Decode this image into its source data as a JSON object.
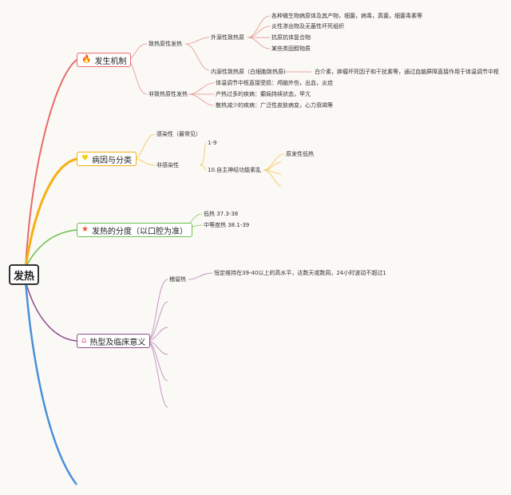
{
  "root": {
    "label": "发热"
  },
  "branches": [
    {
      "label": "发生机制",
      "icon": "flame-icon",
      "glyph": "🔥",
      "color": "#e86a6a",
      "sub": [
        {
          "label": "致热原性发热"
        },
        {
          "label": "外源性致热原"
        },
        {
          "label": "各种微生物病原体及其产物，细菌，病毒，真菌，细菌毒素等"
        },
        {
          "label": "炎性渗出物及无菌性坏死组织"
        },
        {
          "label": "抗原抗体复合物"
        },
        {
          "label": "某些类固醇物质"
        },
        {
          "label": "内源性致热原（白细胞致热原）"
        },
        {
          "label": "白介素，肿瘤坏死因子和干扰素等，通过血脑屏障直接作用于体温调节中枢"
        },
        {
          "label": "非致热原性发热"
        },
        {
          "label": "体温调节中枢直接受损：颅脑外伤，出血，炎症"
        },
        {
          "label": "产热过多的疾病：癫痫持续状态，甲亢"
        },
        {
          "label": "散热减少的疾病：广泛性皮肤病变，心力衰竭等"
        }
      ]
    },
    {
      "label": "病因与分类",
      "icon": "heart-icon",
      "glyph": "♥",
      "color": "#f5b014",
      "sub": [
        {
          "label": "感染性（最常见）"
        },
        {
          "label": "非感染性"
        },
        {
          "label": "1-9"
        },
        {
          "label": "10.自主神经功能紊乱"
        },
        {
          "label": "原发性低热"
        }
      ]
    },
    {
      "label": "发热的分度（以口腔为准）",
      "icon": "star-icon",
      "glyph": "★",
      "color": "#6cbf4e",
      "sub": [
        {
          "label": "低热 37.3-38"
        },
        {
          "label": "中等度热 38.1-39"
        }
      ]
    },
    {
      "label": "热型及临床意义",
      "icon": "home-icon",
      "glyph": "⌂",
      "color": "#8e4d8e",
      "sub": [
        {
          "label": "稽留热"
        },
        {
          "label": "恒定维持在39-40以上的高水平，达数天或数周，24小时波动不超过1"
        }
      ]
    }
  ],
  "colors": {
    "extra_branch": "#4a90d9",
    "background": "#fbf9f5"
  }
}
